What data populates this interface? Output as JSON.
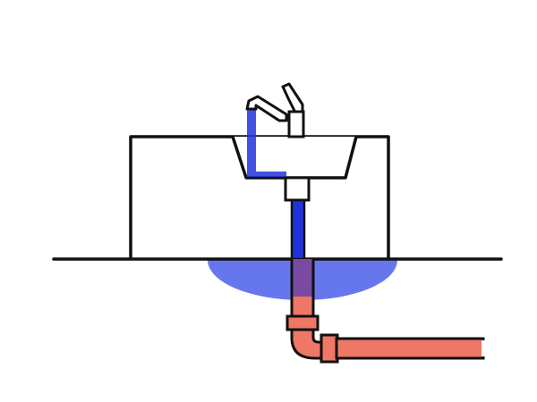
{
  "colors": {
    "background": "#ffffff",
    "outline": "#111111",
    "water_flow": "#2233dd",
    "water_pool": "#6677ee",
    "drain_overlap": "#7a4aa0",
    "drain_pipe": "#ee7766"
  },
  "components": [
    "faucet",
    "sink-basin",
    "cabinet",
    "floor-line",
    "water-column",
    "water-pool",
    "drain-pipe",
    "pipe-elbow",
    "horizontal-pipe"
  ]
}
